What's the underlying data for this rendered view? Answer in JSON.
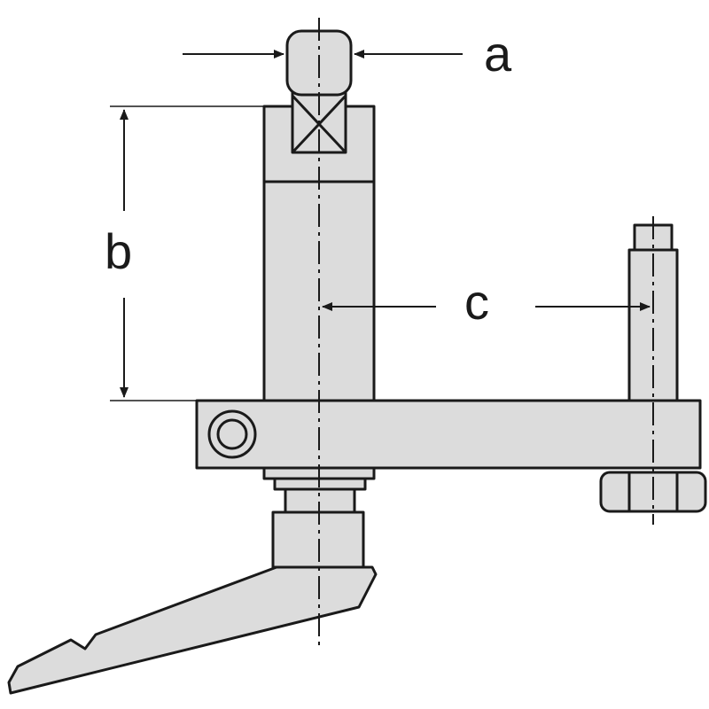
{
  "labels": {
    "a": "a",
    "b": "b",
    "c": "c"
  },
  "colors": {
    "part_fill": "#dcdcdc",
    "line": "#1a1a1a",
    "background": "#ffffff"
  }
}
